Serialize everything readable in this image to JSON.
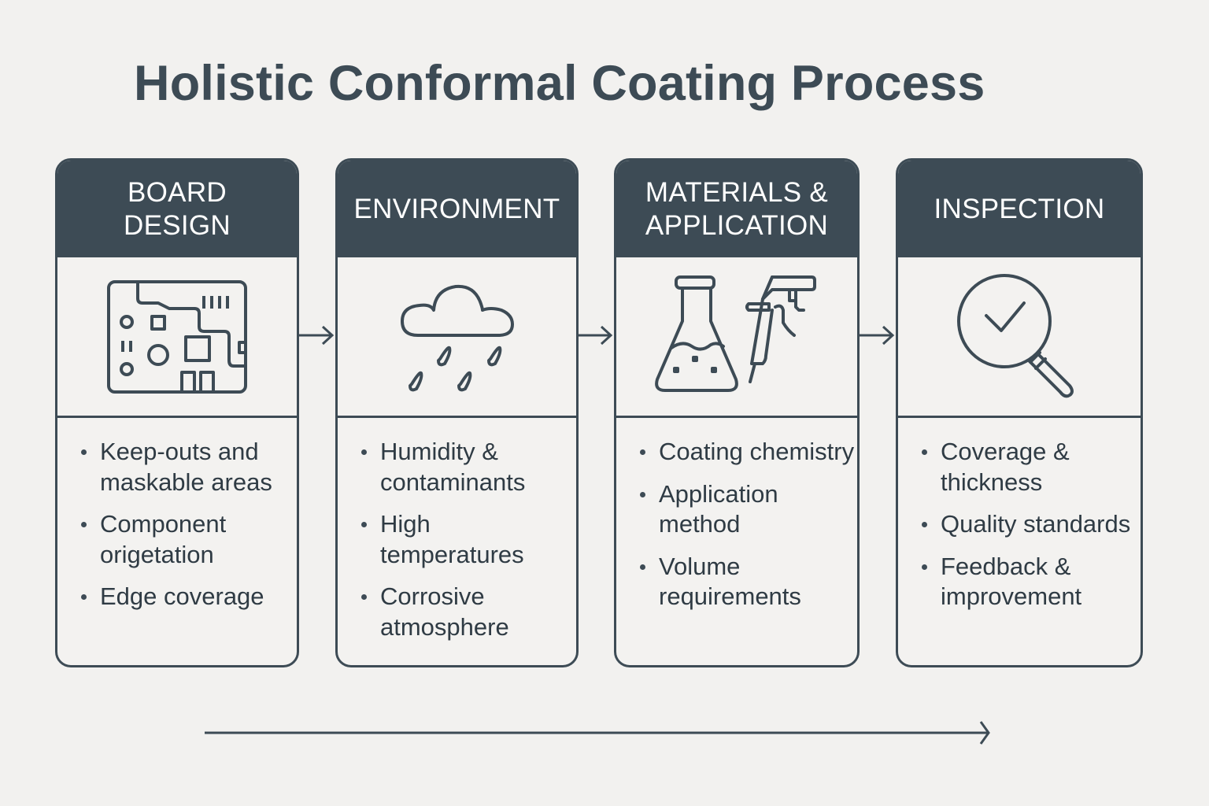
{
  "title": "Holistic Conformal Coating Process",
  "colors": {
    "background": "#f2f1ef",
    "header": "#3d4b55",
    "text": "#2f3b44",
    "header_text": "#ffffff"
  },
  "stages": [
    {
      "heading": "BOARD\nDESIGN",
      "icon": "circuit-board-icon",
      "bullets": [
        "Keep-outs and maskable areas",
        "Component origetation",
        "Edge coverage"
      ]
    },
    {
      "heading": "ENVIRONMENT",
      "icon": "rain-cloud-icon",
      "bullets": [
        "Humidity & contaminants",
        "High temperatures",
        "Corrosive atmosphere"
      ]
    },
    {
      "heading": "MATERIALS &\nAPPLICATION",
      "icon": "flask-and-spray-gun-icon",
      "bullets": [
        "Coating chemistry",
        "Application method",
        "Volume requirements"
      ]
    },
    {
      "heading": "INSPECTION",
      "icon": "magnifier-check-icon",
      "bullets": [
        "Coverage & thickness",
        "Quality standards",
        "Feedback & improvement"
      ]
    }
  ],
  "connectors": [
    "arrow-right",
    "arrow-right",
    "arrow-right"
  ],
  "timeline": {
    "direction": "left-to-right",
    "icon": "long-arrow-right"
  }
}
